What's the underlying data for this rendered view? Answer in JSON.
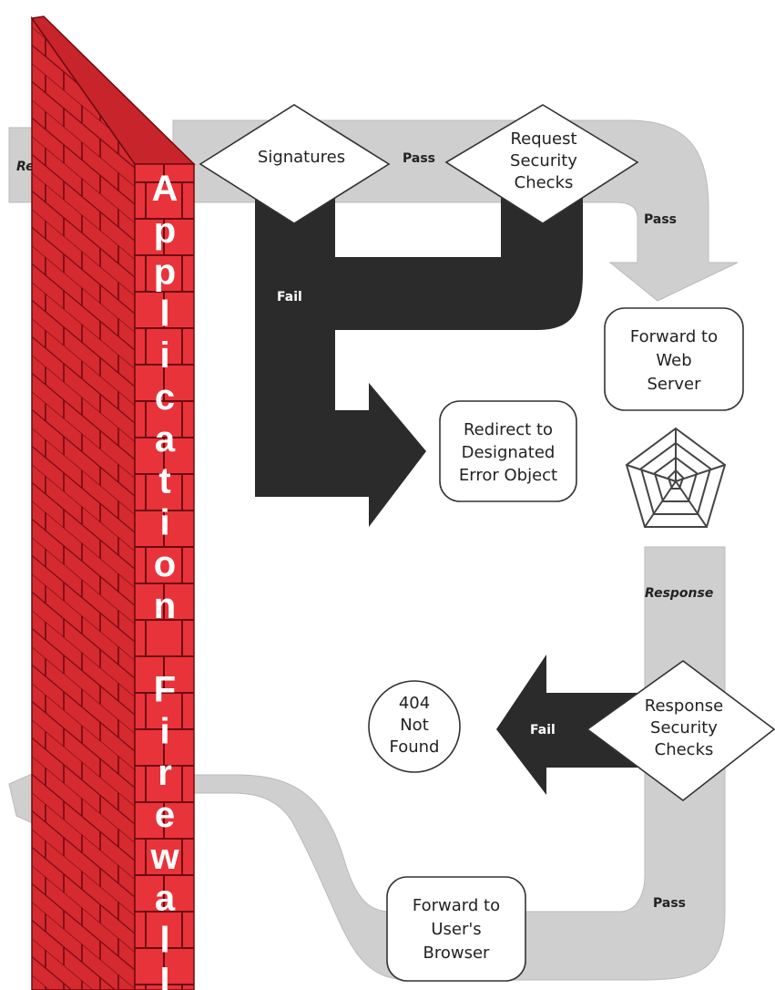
{
  "firewall": {
    "letters": [
      "A",
      "p",
      "p",
      "l",
      "i",
      "c",
      "a",
      "t",
      "i",
      "o",
      "n",
      "",
      "F",
      "i",
      "r",
      "e",
      "w",
      "a",
      "l",
      "l"
    ]
  },
  "labels": {
    "request": "Request",
    "pass_1": "Pass",
    "pass_2": "Pass",
    "fail_1": "Fail",
    "response": "Response",
    "fail_2": "Fail",
    "pass_3": "Pass"
  },
  "nodes": {
    "signatures": [
      "Signatures"
    ],
    "request_checks": [
      "Request",
      "Security",
      "Checks"
    ],
    "forward_web": [
      "Forward to",
      "Web",
      "Server"
    ],
    "redirect": [
      "Redirect to",
      "Designated",
      "Error Object"
    ],
    "response_checks": [
      "Response",
      "Security",
      "Checks"
    ],
    "not_found": [
      "404",
      "Not",
      "Found"
    ],
    "forward_browser": [
      "Forward to",
      "User's",
      "Browser"
    ]
  },
  "colors": {
    "brick": "#e8333a",
    "mortar": "#7a0a10",
    "flow": "#cfcfcf",
    "fail_flow": "#2b2b2b"
  }
}
